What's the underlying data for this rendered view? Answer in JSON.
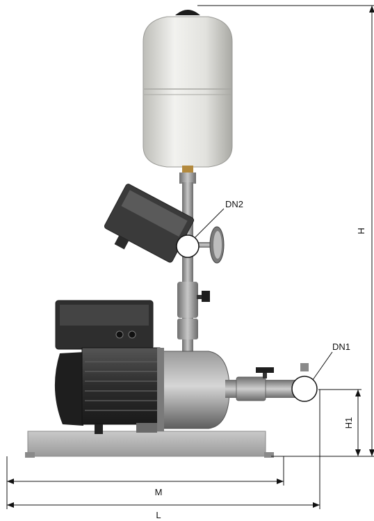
{
  "labels": {
    "dn2": "DN2",
    "dn1": "DN1",
    "h": "H",
    "h1": "H1",
    "m": "M",
    "l": "L"
  },
  "colors": {
    "tank": "#e6e6e3",
    "metal": "#8f8f8f",
    "dark_metal": "#4a4a4a",
    "base": "#b5b5b5",
    "line": "#111111"
  }
}
